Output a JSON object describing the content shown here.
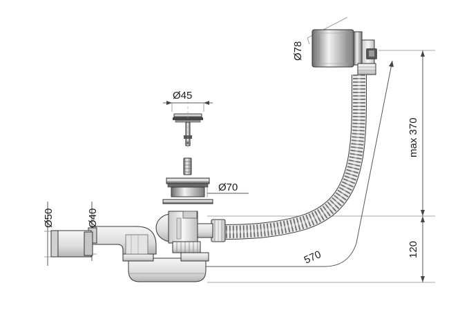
{
  "dimensions": {
    "overflow_diameter": "Ø78",
    "plug_diameter": "Ø45",
    "drain_diameter": "Ø70",
    "outlet_outer_diameter": "Ø50",
    "outlet_inner_diameter": "Ø40",
    "hose_length": "570",
    "max_height": "max 370",
    "trap_height": "120"
  },
  "colors": {
    "line": "#555555",
    "metal_dark": "#6e6e6e",
    "metal_light": "#e6e6e6",
    "hose": "#8a8a8a"
  }
}
